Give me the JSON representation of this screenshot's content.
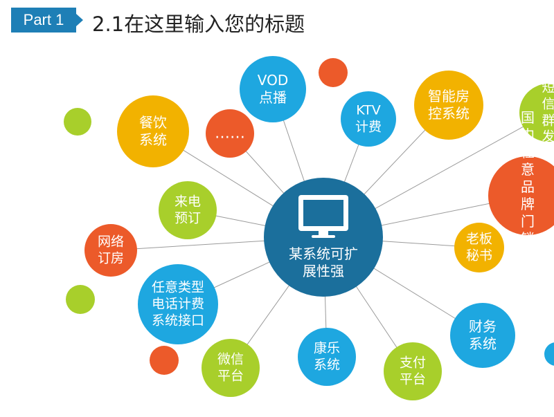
{
  "header": {
    "part_label": "Part 1",
    "title": "2.1在这里输入您的标题"
  },
  "colors": {
    "brand": "#1e7fb6",
    "center": "#1b6f9c",
    "blue": "#1ea7e0",
    "yellow": "#f2b200",
    "orange": "#ec5a2a",
    "green": "#a8cf2b",
    "line": "#9a9a9a"
  },
  "diagram": {
    "center": {
      "label": "某系统可扩\n展性强",
      "icon": "monitor-icon"
    },
    "nodes": [
      {
        "id": "vod",
        "label": "VOD\n点播",
        "color": "blue"
      },
      {
        "id": "ktv",
        "label": "KTV\n计费",
        "color": "blue"
      },
      {
        "id": "smart-room",
        "label": "智能房\n控系统",
        "color": "yellow"
      },
      {
        "id": "sms",
        "label": "短信\n群发",
        "color": "green"
      },
      {
        "id": "brand-lock",
        "label": "国内任意\n品牌门锁\n接口",
        "color": "orange"
      },
      {
        "id": "boss",
        "label": "老板\n秘书",
        "color": "yellow"
      },
      {
        "id": "finance",
        "label": "财务\n系统",
        "color": "blue"
      },
      {
        "id": "payment",
        "label": "支付\n平台",
        "color": "green"
      },
      {
        "id": "kangle",
        "label": "康乐\n系统",
        "color": "blue"
      },
      {
        "id": "wechat",
        "label": "微信\n平台",
        "color": "green"
      },
      {
        "id": "phone-billing",
        "label": "任意类型\n电话计费\n系统接口",
        "color": "blue"
      },
      {
        "id": "online-booking",
        "label": "网络\n订房",
        "color": "orange"
      },
      {
        "id": "phone-booking",
        "label": "来电\n预订",
        "color": "green"
      },
      {
        "id": "catering",
        "label": "餐饮\n系统",
        "color": "yellow"
      },
      {
        "id": "more",
        "label": "……",
        "color": "orange"
      }
    ],
    "decorations": [
      {
        "color": "orange"
      },
      {
        "color": "green"
      },
      {
        "color": "green"
      },
      {
        "color": "orange"
      },
      {
        "color": "blue"
      }
    ]
  }
}
